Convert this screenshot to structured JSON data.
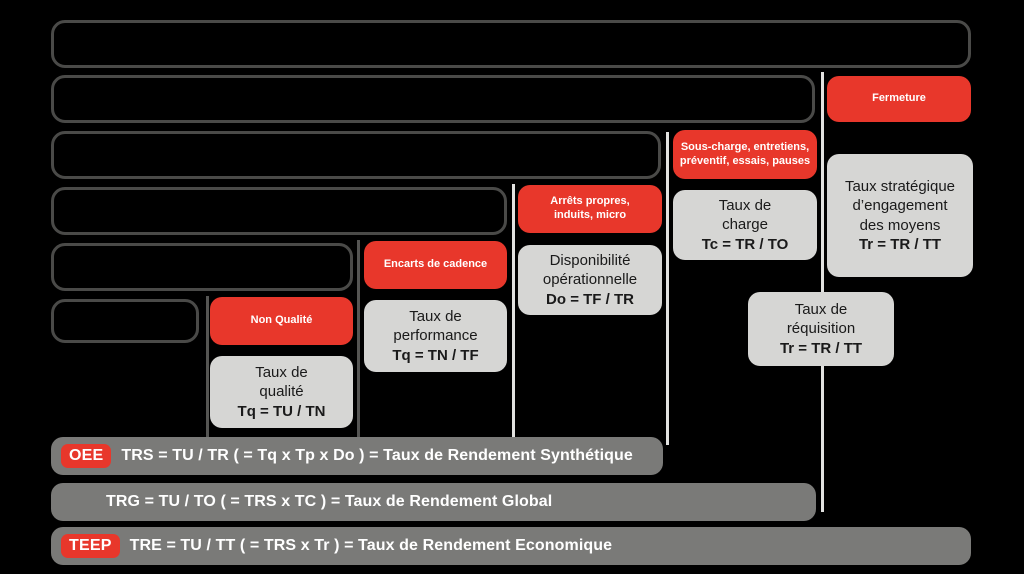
{
  "diagram": {
    "title": "TRS / TRG / TRE - Taux de rendement synthetique",
    "colors": {
      "red": "#E8372B",
      "gray_box": "#D6D6D4",
      "summary_bar": "#7A7A78",
      "outline_border": "#4A4A48",
      "background": "#000000",
      "divider": "#E2E2E0"
    },
    "time_bars": [
      {
        "name": "temps-total",
        "label": ""
      },
      {
        "name": "temps-ouverture",
        "label": ""
      },
      {
        "name": "temps-requis",
        "label": ""
      },
      {
        "name": "temps-fonctionnement",
        "label": ""
      },
      {
        "name": "temps-net",
        "label": ""
      },
      {
        "name": "temps-utile",
        "label": ""
      }
    ],
    "loss_boxes": [
      {
        "name": "fermeture",
        "label": "Fermeture"
      },
      {
        "name": "sous-charge",
        "label": "Sous-charge, entretiens,\npréventif, essais, pauses",
        "line1": "Sous-charge, entretiens,",
        "line2": "préventif, essais, pauses"
      },
      {
        "name": "arrets-propres",
        "line1": "Arrêts propres,",
        "line2": "induits, micro"
      },
      {
        "name": "encarts-de-cadence",
        "line1": "Encarts de cadence",
        "line2": ""
      },
      {
        "name": "non-qualite",
        "line1": "Non Qualité",
        "line2": ""
      }
    ],
    "rate_boxes": [
      {
        "name": "taux-strategique",
        "l1": "Taux stratégique",
        "l2": "d’engagement",
        "l3": "des moyens",
        "formula": "Tr = TR / TT"
      },
      {
        "name": "taux-de-charge",
        "l1": "Taux de",
        "l2": "charge",
        "l3": "",
        "formula": "Tc = TR / TO"
      },
      {
        "name": "taux-de-requisition",
        "l1": "Taux de",
        "l2": "réquisition",
        "l3": "",
        "formula": "Tr = TR / TT"
      },
      {
        "name": "disponibilite-operationnelle",
        "l1": "Disponibilité",
        "l2": "opérationnelle",
        "l3": "",
        "formula": "Do = TF / TR"
      },
      {
        "name": "taux-de-performance",
        "l1": "Taux de",
        "l2": "performance",
        "l3": "",
        "formula": "Tq = TN / TF"
      },
      {
        "name": "taux-de-qualite",
        "l1": "Taux de",
        "l2": "qualité",
        "l3": "",
        "formula": "Tq = TU / TN"
      }
    ],
    "summaries": [
      {
        "name": "trs",
        "tag": "OEE",
        "has_tag": true,
        "text": "TRS = TU / TR ( = Tq x Tp x Do ) = Taux de Rendement Synthétique"
      },
      {
        "name": "trg",
        "tag": "",
        "has_tag": false,
        "text": "TRG = TU / TO ( = TRS x TC ) = Taux de Rendement Global"
      },
      {
        "name": "tre",
        "tag": "TEEP",
        "has_tag": true,
        "text": "TRE = TU / TT ( = TRS x Tr ) = Taux de Rendement Economique"
      }
    ]
  }
}
